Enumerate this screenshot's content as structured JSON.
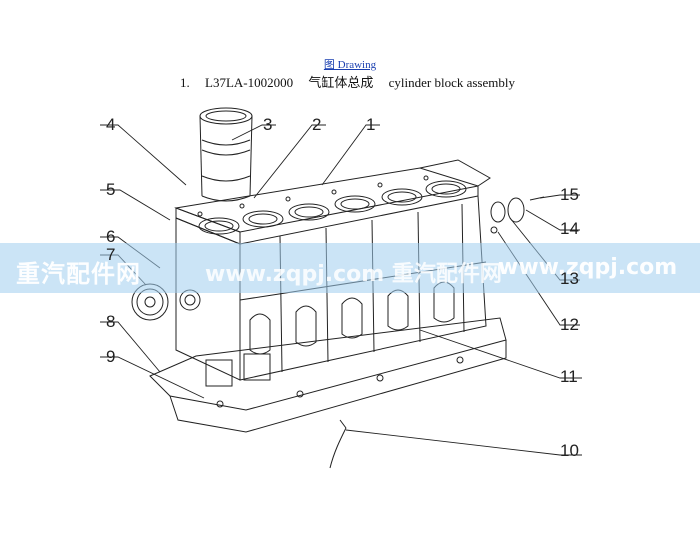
{
  "header": {
    "link": "图 Drawing",
    "index": "1.",
    "part_number": "L37LA-1002000",
    "name_cn": "气缸体总成",
    "name_en": "cylinder block assembly"
  },
  "watermark": {
    "left": "重汽配件网",
    "center": "www.zqpj.com  重汽配件网",
    "right": "www.zqpj.com"
  },
  "callouts": [
    "1",
    "2",
    "3",
    "4",
    "5",
    "6",
    "7",
    "8",
    "9",
    "10",
    "11",
    "12",
    "13",
    "14",
    "15"
  ],
  "colors": {
    "line": "#222222",
    "link": "#1a3fb0",
    "banner": "#a0cdee"
  }
}
